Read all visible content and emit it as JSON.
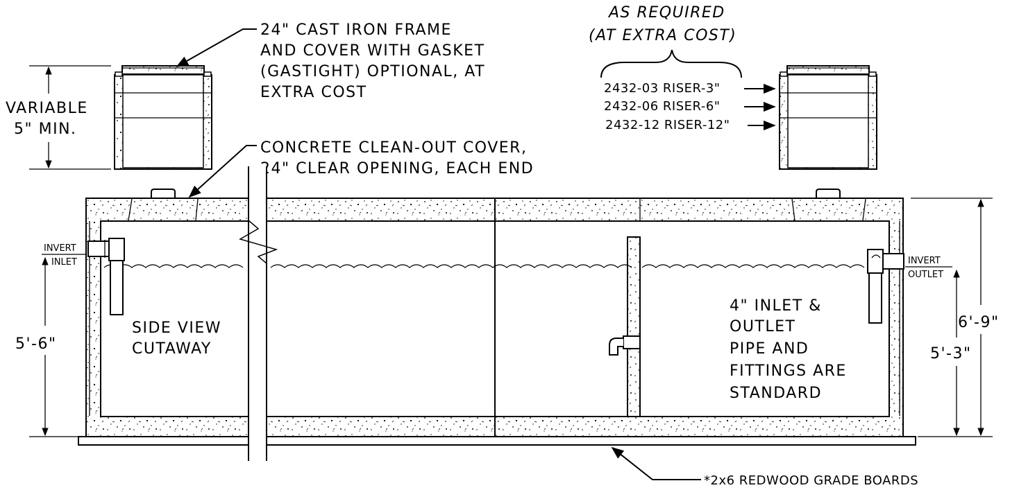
{
  "labels": {
    "frame_cover": [
      "24\" CAST IRON FRAME",
      "AND COVER WITH GASKET",
      "(GASTIGHT) OPTIONAL, AT",
      "EXTRA COST"
    ],
    "variable": [
      "VARIABLE",
      "5\" MIN."
    ],
    "as_required": [
      "AS REQUIRED",
      "(AT EXTRA COST)"
    ],
    "risers": [
      "2432-03 RISER-3\"",
      "2432-06 RISER-6\"",
      "2432-12 RISER-12\""
    ],
    "cleanout": [
      "CONCRETE CLEAN-OUT COVER,",
      "24\" CLEAR OPENING, EACH END"
    ],
    "invert_inlet": [
      "INVERT",
      "INLET"
    ],
    "invert_outlet": [
      "INVERT",
      "OUTLET"
    ],
    "side_view": [
      "SIDE VIEW",
      "CUTAWAY"
    ],
    "pipe_note": [
      "4\" INLET &",
      "OUTLET",
      "PIPE AND",
      "FITTINGS ARE",
      "STANDARD"
    ],
    "dim_left": "5'-6\"",
    "dim_right_outer": "6'-9\"",
    "dim_right_inner": "5'-3\"",
    "grade_boards": "*2x6 REDWOOD GRADE BOARDS"
  }
}
